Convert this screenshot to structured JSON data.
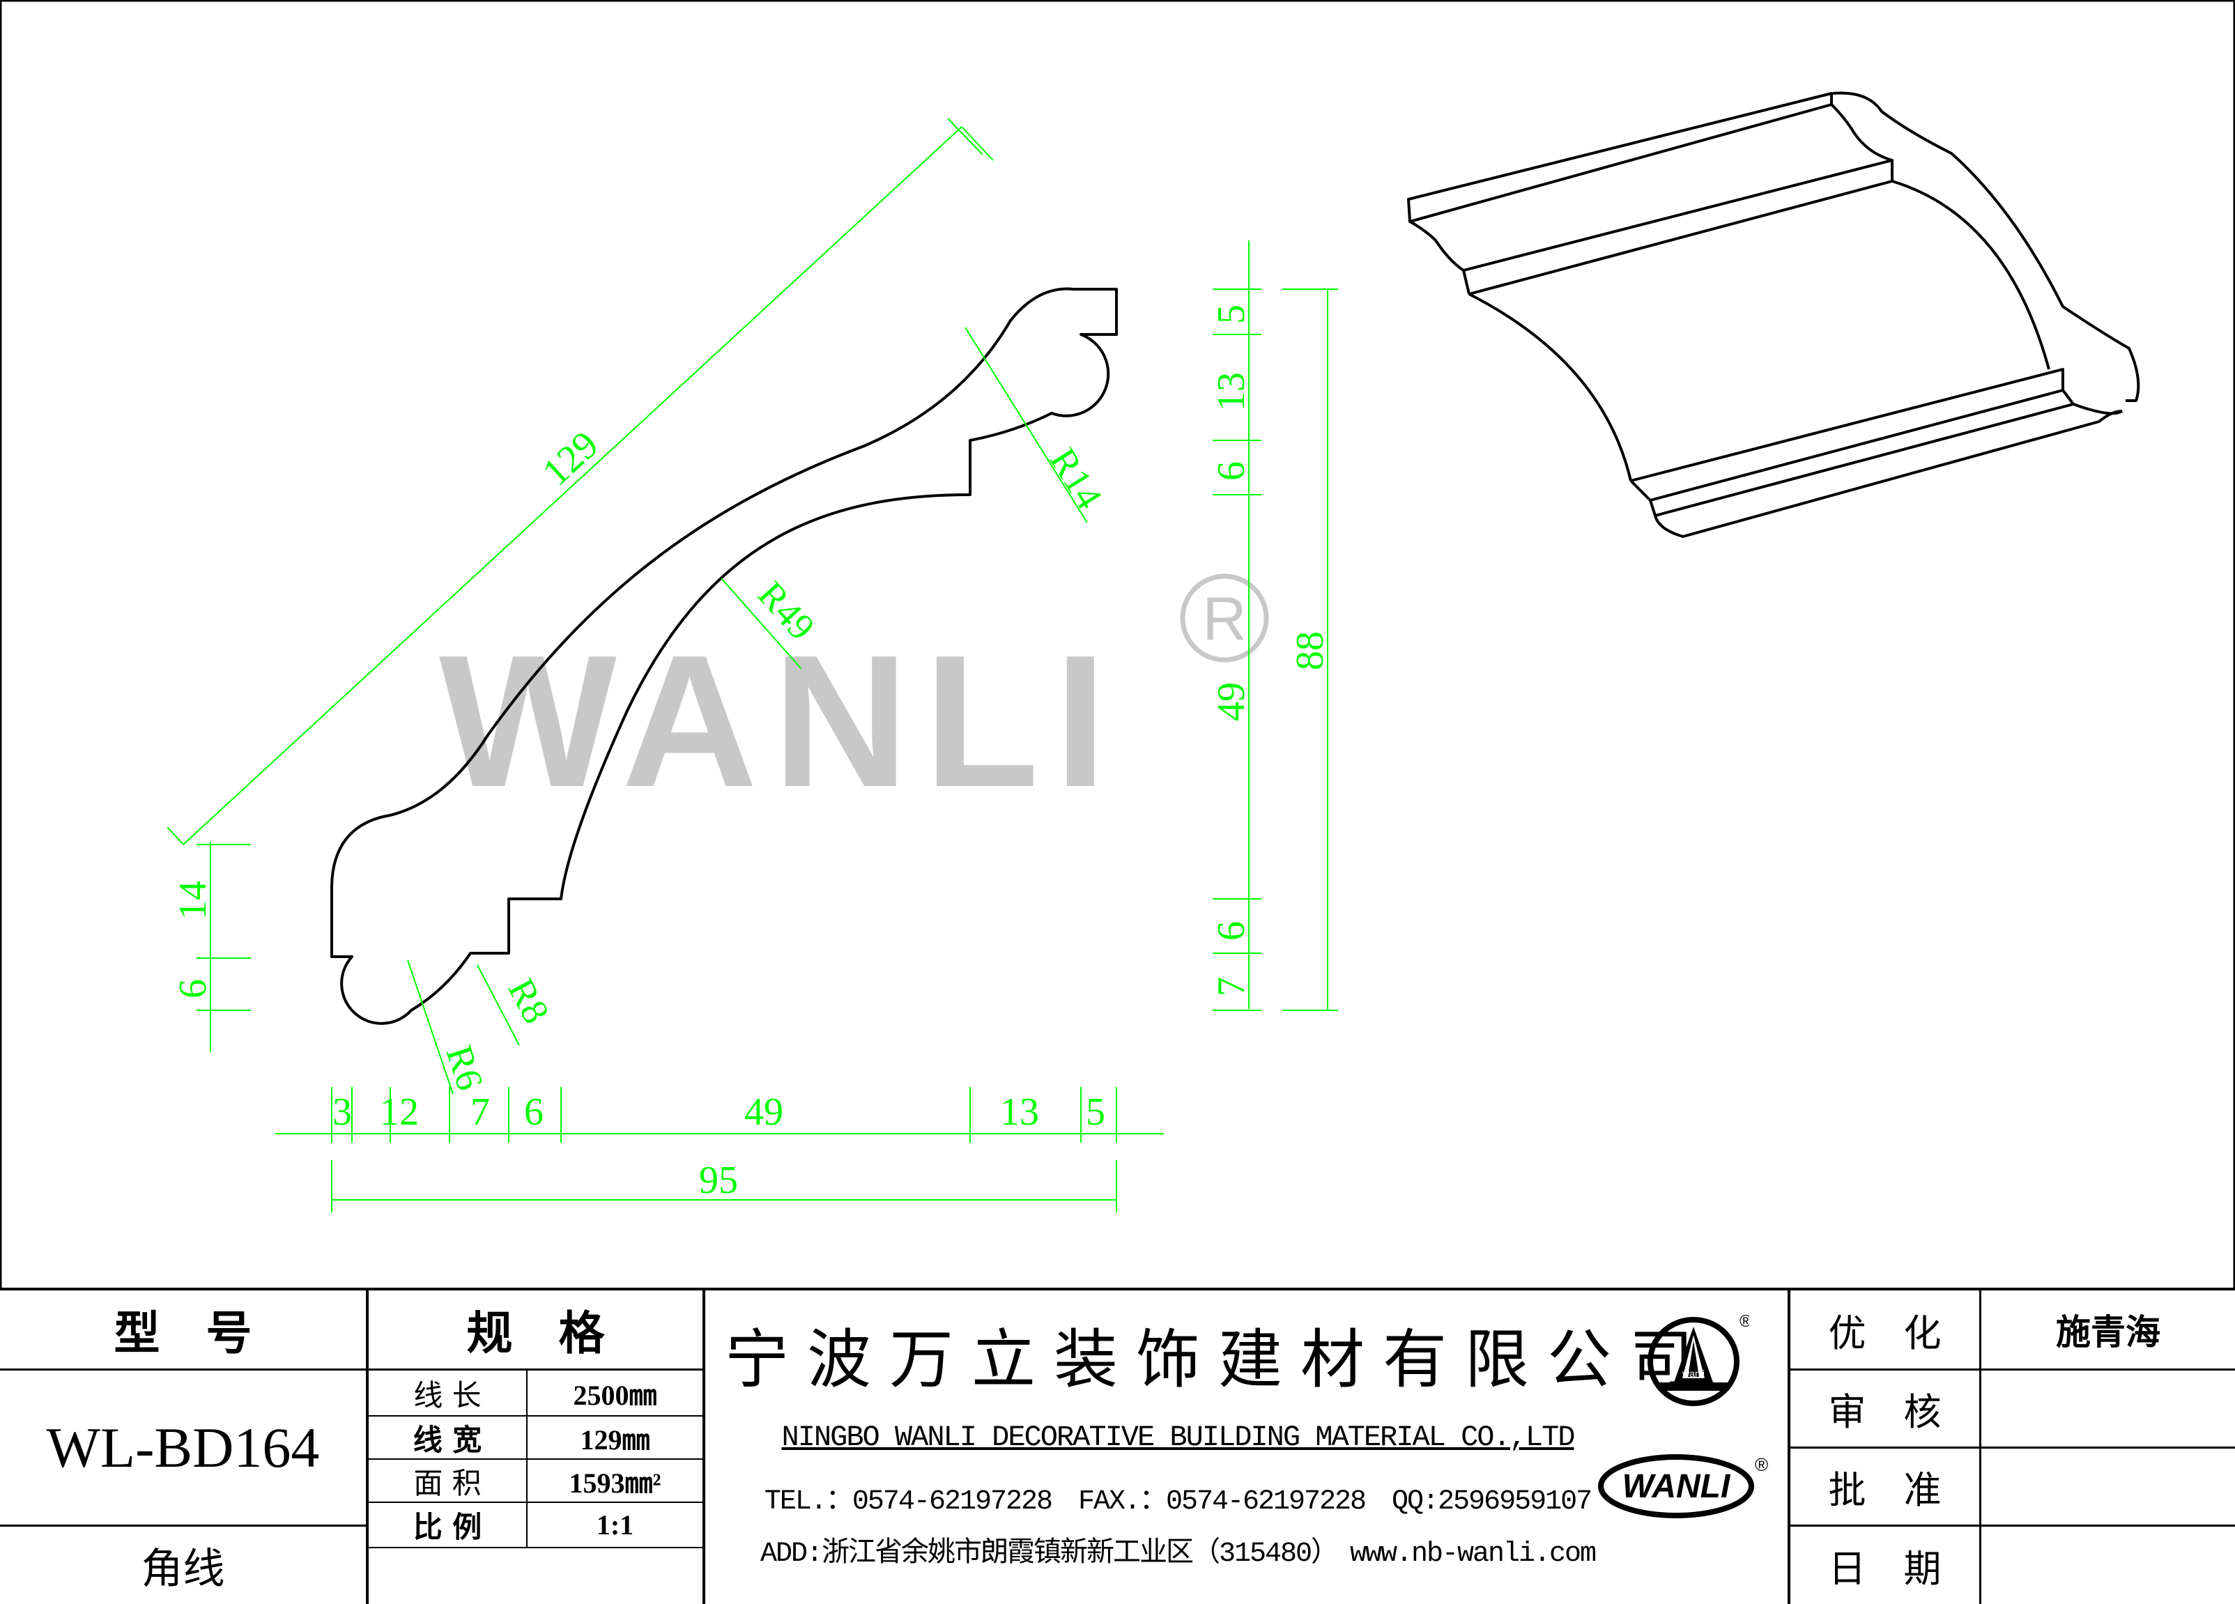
{
  "watermark": {
    "text": "WANLI",
    "registered": "®"
  },
  "dimensions": {
    "diagonal": "129",
    "r14": "R14",
    "r49": "R49",
    "r8": "R8",
    "r6": "R6",
    "left_14": "14",
    "left_6": "6",
    "right_5": "5",
    "right_13": "13",
    "right_6a": "6",
    "right_49": "49",
    "right_6b": "6",
    "right_7": "7",
    "total_88": "88",
    "bottom_3": "3",
    "bottom_12": "12",
    "bottom_7": "7",
    "bottom_6": "6",
    "bottom_49": "49",
    "bottom_13": "13",
    "bottom_5": "5",
    "total_95": "95"
  },
  "title_block": {
    "model_header": "型　号",
    "model_value": "WL-BD164",
    "category": "角线",
    "spec_header": "规　格",
    "specs": [
      {
        "label": "线 长",
        "value": "2500㎜"
      },
      {
        "label": "线 宽",
        "value": "129㎜"
      },
      {
        "label": "面 积",
        "value": "1593㎜²"
      },
      {
        "label": "比 例",
        "value": "1:1"
      }
    ],
    "company_cn": "宁波万立装饰建材有限公司",
    "company_en": "NINGBO WANLI DECORATIVE BUILDING MATERIAL CO.,LTD",
    "contact": "TEL.：0574-62197228　FAX.：0574-62197228　QQ:2596959107",
    "address": "ADD:浙江省余姚市朗霞镇新新工业区（315480）　www.nb-wanli.com",
    "logo_word": "WANLI",
    "logo_small": "wanli",
    "registered": "®",
    "approvals": [
      {
        "label": "优　化",
        "value": "施青海"
      },
      {
        "label": "审　核",
        "value": ""
      },
      {
        "label": "批　准",
        "value": ""
      },
      {
        "label": "日　期",
        "value": ""
      }
    ]
  }
}
